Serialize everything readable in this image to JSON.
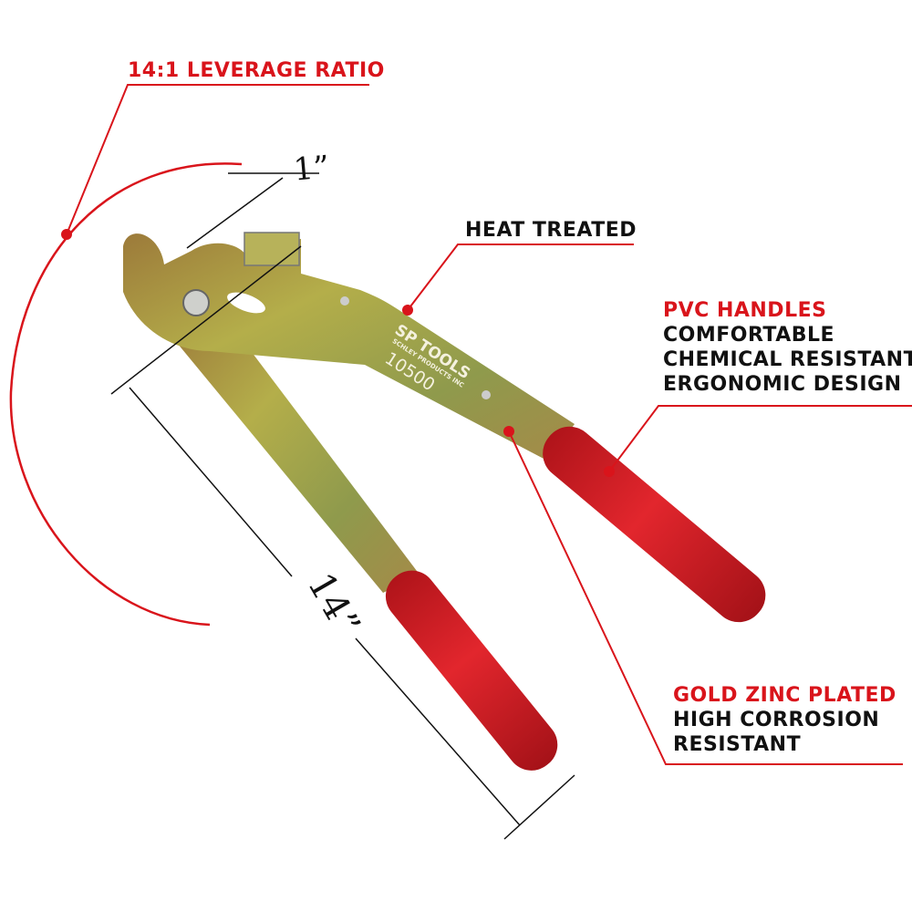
{
  "callouts": {
    "leverage": {
      "title": "14:1 LEVERAGE RATIO"
    },
    "heat": {
      "title": "HEAT TREATED"
    },
    "pvc": {
      "title": "PVC HANDLES",
      "lines": [
        "COMFORTABLE",
        "CHEMICAL RESISTANT",
        "ERGONOMIC DESIGN"
      ]
    },
    "zinc": {
      "title": "GOLD ZINC PLATED",
      "lines": [
        "HIGH CORROSION",
        "RESISTANT"
      ]
    }
  },
  "dimensions": {
    "jaw": "1”",
    "length": "14”"
  },
  "stamp": {
    "brand": "SP TOOLS",
    "maker": "SCHLEY PRODUCTS INC",
    "model": "10500"
  },
  "colors": {
    "accent": "#d9141b",
    "grip": "#d21f26",
    "metal": "#a59a3a"
  }
}
